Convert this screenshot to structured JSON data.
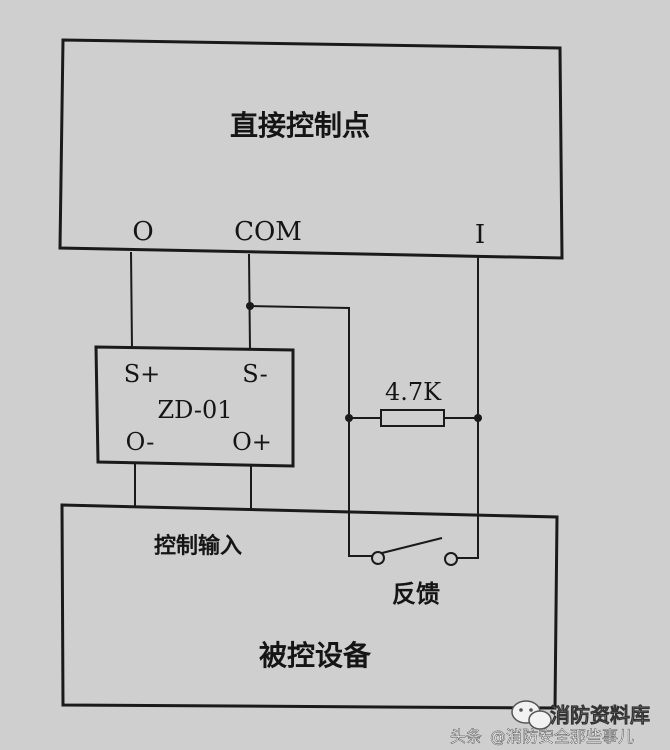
{
  "diagram": {
    "top_box": {
      "title": "直接控制点",
      "pin_o": "O",
      "pin_com": "COM",
      "pin_i": "I"
    },
    "module": {
      "name": "ZD-01",
      "pin_s_plus": "S+",
      "pin_s_minus": "S-",
      "pin_o_minus": "O-",
      "pin_o_plus": "O+"
    },
    "resistor": {
      "label": "4.7K"
    },
    "switch": {
      "label": "反馈"
    },
    "bottom_box": {
      "title": "被控设备",
      "input_label": "控制输入"
    }
  },
  "watermark": {
    "platform": "头条",
    "account": "@消防安全那些事儿",
    "brand": "消防资料库"
  },
  "colors": {
    "background": "#cfcfcf",
    "ink": "#1a1a1a"
  }
}
